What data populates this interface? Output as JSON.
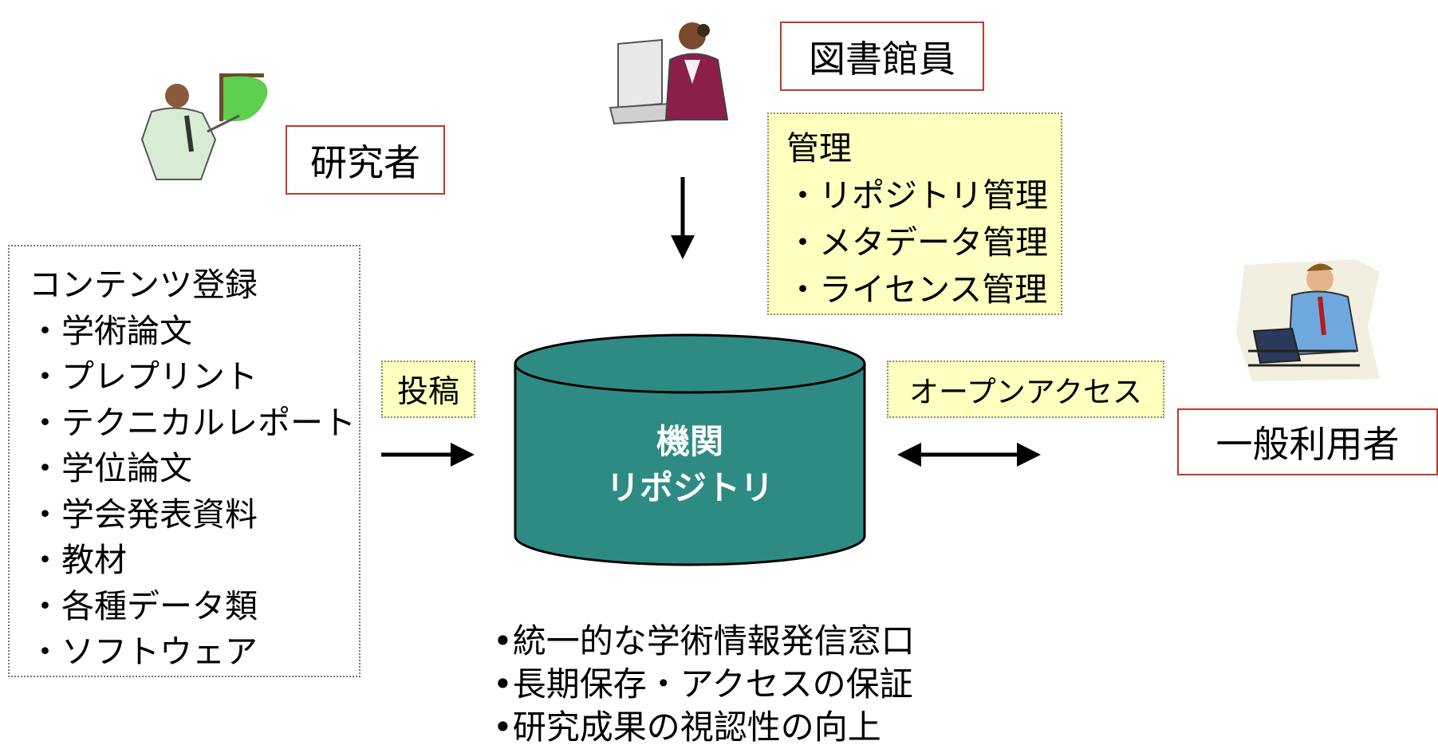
{
  "roles": {
    "researcher": "研究者",
    "librarian": "図書館員",
    "general_user": "一般利用者"
  },
  "content_list": {
    "title": "コンテンツ登録",
    "items": [
      "・学術論文",
      "・プレプリント",
      "・テクニカルレポート",
      "・学位論文",
      "・学会発表資料",
      "・教材",
      "・各種データ類",
      "・ソフトウェア"
    ]
  },
  "management": {
    "title": "管理",
    "items": [
      "・リポジトリ管理",
      "・メタデータ管理",
      "・ライセンス管理"
    ]
  },
  "labels": {
    "submission": "投稿",
    "open_access": "オープンアクセス"
  },
  "repository": {
    "line1": "機関",
    "line2": "リポジトリ"
  },
  "benefits": [
    "•統一的な学術情報発信窓口",
    "•長期保存・アクセスの保証",
    "•研究成果の視認性の向上"
  ],
  "colors": {
    "cylinder": "#2e8b84",
    "role_border": "#c0392b",
    "note_fill": "#ffffc0"
  }
}
